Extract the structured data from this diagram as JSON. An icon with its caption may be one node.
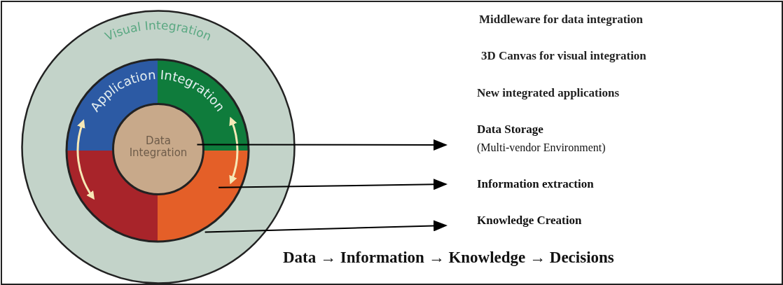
{
  "diagram": {
    "nodes": [
      {
        "text": [
          "Visual Integration"
        ]
      },
      {
        "text": [
          "Application Integration"
        ],
        "in": 0
      },
      {
        "text": [
          "Data Integration"
        ],
        "in": 1
      },
      {
        "text": [
          "Data Storage",
          "(Multi-vendor Environment)"
        ]
      },
      {
        "text": [
          "Information extraction"
        ]
      },
      {
        "text": [
          "Knowledge Creation"
        ]
      }
    ],
    "edges": [
      {
        "from": 2,
        "to": 3,
        "arrow": "to"
      },
      {
        "from": 1,
        "to": 4,
        "arrow": "to"
      },
      {
        "from": 0,
        "to": 5,
        "arrow": "to"
      }
    ],
    "labels": [
      "Middleware for data integration",
      "3D Canvas for visual integration",
      "New integrated applications",
      "Data → Information → Knowledge → Decisions"
    ]
  }
}
